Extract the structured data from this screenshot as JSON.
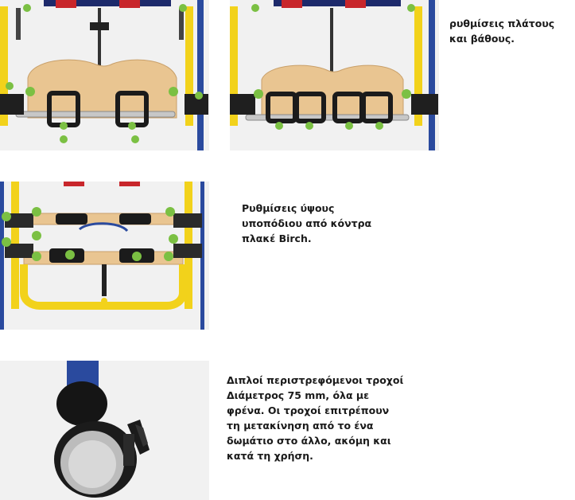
{
  "captions": {
    "width_depth": "ρυθμίσεις πλάτους και βάθους.",
    "footrest_height": "Ρυθμίσεις ύψους υποπόδιου από κόντρα πλακέ Birch.",
    "casters": "Διπλοί περιστρεφόμενοι τροχοί Διάμετρος 75 mm, όλα με φρένα. Οι τροχοί επιτρέπουν τη μετακίνηση από το ένα δωμάτιο στο άλλο, ακόμη και κατά τη χρήση."
  },
  "images": [
    {
      "name": "footrest-photo-narrow"
    },
    {
      "name": "footrest-photo-wide"
    },
    {
      "name": "footrest-height-photo"
    },
    {
      "name": "caster-wheel-photo"
    }
  ],
  "colors": {
    "frame_yellow": "#f2d21b",
    "frame_blue": "#2a4a9e",
    "plywood": "#e9c591",
    "knob_green": "#7bc043",
    "strap_black": "#1b1b1b",
    "background_gray": "#f1f1f1"
  }
}
